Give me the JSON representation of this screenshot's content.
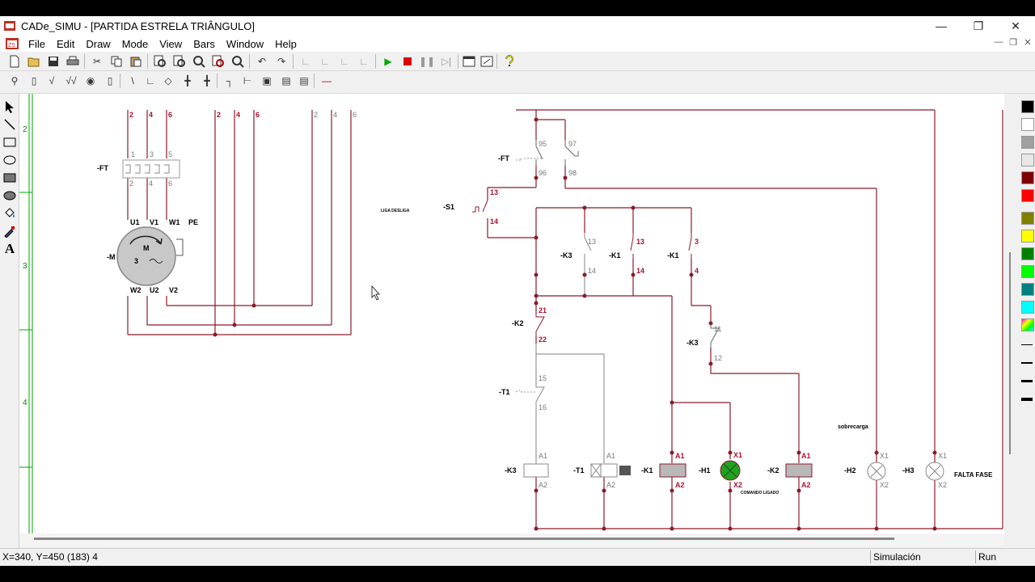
{
  "window": {
    "title": "CADe_SIMU - [PARTIDA ESTRELA TRIÂNGULO]"
  },
  "menu": [
    "File",
    "Edit",
    "Draw",
    "Mode",
    "View",
    "Bars",
    "Window",
    "Help"
  ],
  "toolbar1_icons": [
    "new-icon",
    "open-icon",
    "save-icon",
    "print-icon",
    "cut-icon",
    "copy-icon",
    "paste-icon",
    "zoom-in-icon",
    "zoom-out-icon",
    "zoom-window-icon",
    "zoom-all-icon",
    "zoom-fit-icon",
    "undo-icon",
    "redo-icon",
    "align-icon",
    "align-icon",
    "align-icon",
    "align-icon",
    "run-icon",
    "stop-icon",
    "pause-icon",
    "step-icon",
    "view-icon",
    "connect-icon",
    "help-icon"
  ],
  "toolbar2_icons": [
    "fuse-icon",
    "fuse-icon",
    "breaker-icon",
    "breaker-3p-icon",
    "motor-icon",
    "cap-icon",
    "contact-no-icon",
    "contact-nc-icon",
    "node-icon",
    "junction-icon",
    "cross-icon",
    "pushbutton-icon",
    "switch-icon",
    "relay-icon",
    "timer-icon",
    "wire-icon"
  ],
  "left_tools": [
    "select-icon",
    "line-icon",
    "rectangle-icon",
    "ellipse-icon",
    "filled-rectangle-icon",
    "filled-ellipse-icon",
    "fill-icon",
    "color-picker-icon",
    "text-icon"
  ],
  "palette_colors": [
    "#000000",
    "#ffffff",
    "#a0a0a0",
    "#e8e8e8",
    "#800000",
    "#ff0000",
    "#808000",
    "#ffff00",
    "#008000",
    "#00ff00",
    "#008080",
    "#00ffff",
    "#ff00ff"
  ],
  "ruler": {
    "rows": [
      "2",
      "3",
      "4"
    ]
  },
  "status": {
    "coords": "X=340, Y=450 (183) 4",
    "mode": "Simulación",
    "state": "Run"
  },
  "diagram": {
    "power_terminals_top": [
      "2",
      "4",
      "6",
      "2",
      "4",
      "6",
      "2",
      "4",
      "6"
    ],
    "overload_label": "-FT",
    "overload_top": [
      "1",
      "3",
      "5"
    ],
    "overload_bottom": [
      "2",
      "4",
      "6"
    ],
    "motor_label": "-M",
    "motor_symbol_top": "M",
    "motor_symbol_bottom": "3",
    "motor_terminals_top": [
      "U1",
      "V1",
      "W1",
      "PE"
    ],
    "motor_terminals_bottom": [
      "W2",
      "U2",
      "V2"
    ],
    "liga_desliga": "LIGA DESLIGA",
    "ft_contact": {
      "label": "-FT",
      "a": "95",
      "b": "96",
      "c": "97",
      "d": "98"
    },
    "s1": {
      "label": "-S1",
      "top": "13",
      "bottom": "14"
    },
    "k3_seal": {
      "label": "-K3",
      "top": "13",
      "bottom": "14"
    },
    "k1_seal": {
      "label": "-K1",
      "top": "13",
      "bottom": "14"
    },
    "k1_seal2": {
      "label": "-K1",
      "top": "3",
      "bottom": "4"
    },
    "k2_nc": {
      "label": "-K2",
      "top": "21",
      "bottom": "22"
    },
    "k3_nc": {
      "label": "-K3",
      "top": "11",
      "bottom": "12"
    },
    "t1_contact": {
      "label": "-T1",
      "top": "15",
      "bottom": "16"
    },
    "coils": [
      {
        "label": "-K3",
        "top": "A1",
        "bottom": "A2"
      },
      {
        "label": "-T1",
        "top": "A1",
        "bottom": "A2"
      },
      {
        "label": "-K1",
        "top": "A1",
        "bottom": "A2"
      },
      {
        "label": "-H1",
        "top": "X1",
        "bottom": "X2"
      },
      {
        "label": "-K2",
        "top": "A1",
        "bottom": "A2"
      },
      {
        "label": "-H2",
        "top": "X1",
        "bottom": "X2"
      },
      {
        "label": "-H3",
        "top": "X1",
        "bottom": "X2"
      }
    ],
    "comando_ligado": "COMANDO LIGADO",
    "sobrecarga": "sobrecarga",
    "falta_fase": "FALTA FASE"
  }
}
